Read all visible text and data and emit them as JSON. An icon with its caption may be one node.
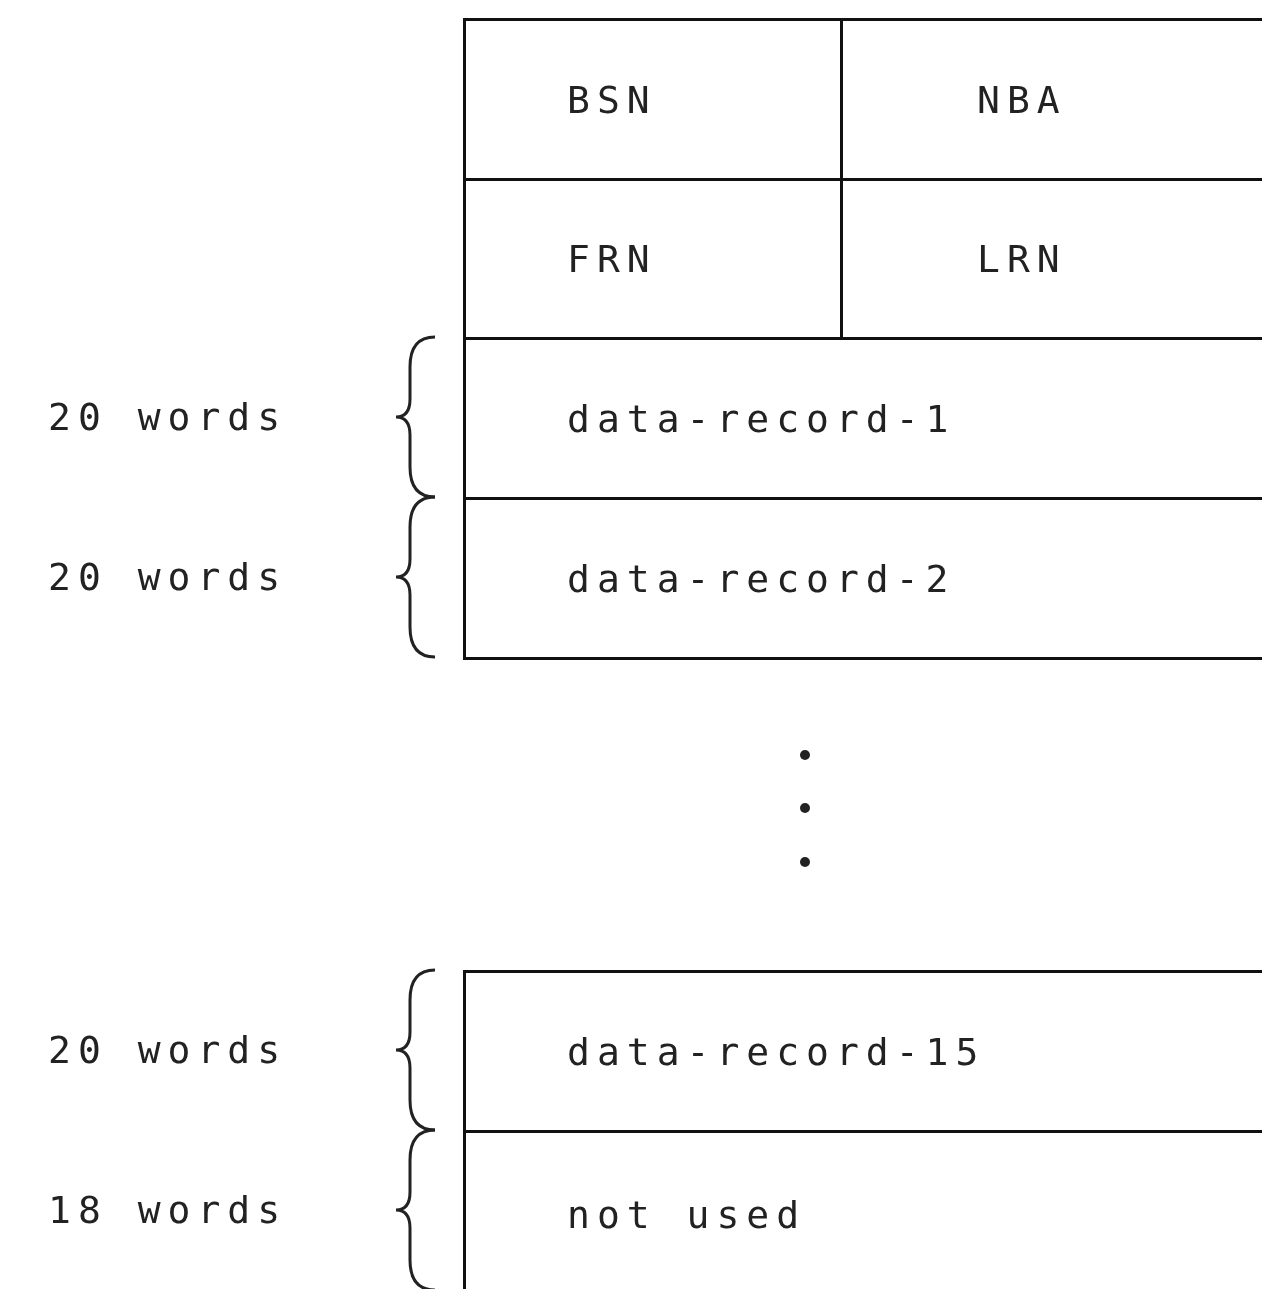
{
  "diagram": {
    "nodes": [
      {
        "text": [
          "BSN"
        ]
      },
      {
        "text": [
          "NBA"
        ]
      },
      {
        "text": [
          "FRN"
        ]
      },
      {
        "text": [
          "LRN"
        ]
      },
      {
        "text": [
          "data-record-1"
        ]
      },
      {
        "text": [
          "data-record-2"
        ]
      },
      {
        "text": [
          "data-record-15"
        ]
      },
      {
        "text": [
          "not used"
        ]
      }
    ],
    "labels": [
      "20 words",
      "20 words",
      "20 words",
      "18 words"
    ]
  }
}
